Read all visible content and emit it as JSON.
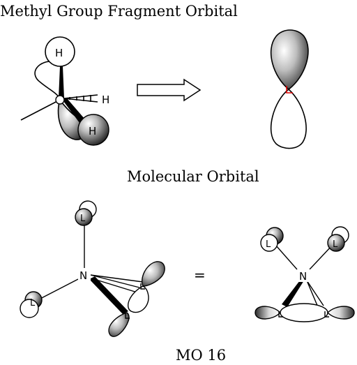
{
  "titles": {
    "top": "Methyl Group Fragment Orbital",
    "middle": "Molecular Orbital",
    "bottom": "MO 16"
  },
  "atoms": {
    "hydrogen": "H",
    "nitrogen": "N",
    "ligand": "L"
  },
  "equals_sign": "=",
  "colors": {
    "line": "#000000",
    "shaded_lobe_dark": "#3a3a3a",
    "shaded_lobe_light": "#f2f2f2",
    "bond_marker": "#e00000"
  }
}
